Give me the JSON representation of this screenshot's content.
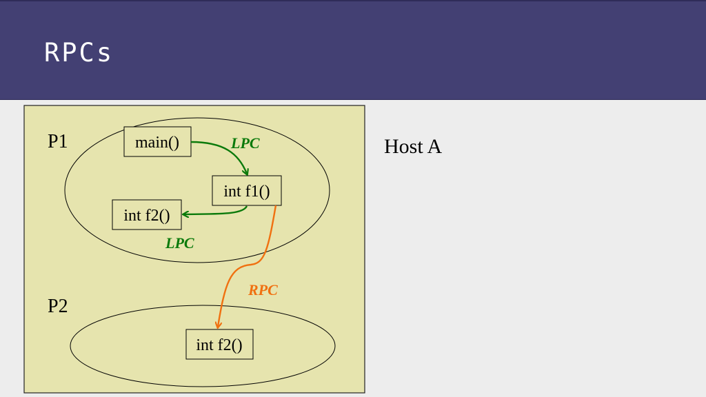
{
  "slide": {
    "title": "RPCs",
    "host_label": "Host A"
  },
  "diagram": {
    "process_labels": {
      "p1": "P1",
      "p2": "P2"
    },
    "boxes": {
      "main": "main()",
      "f1": "int f1()",
      "f2_local": "int f2()",
      "f2_remote": "int f2()"
    },
    "edges": {
      "lpc_main_to_f1": "LPC",
      "lpc_f1_to_f2": "LPC",
      "rpc_f1_to_remote_f2": "RPC"
    },
    "colors": {
      "title_bar": "#434073",
      "host_fill": "#e6e4ae",
      "lpc": "#0b7a0b",
      "rpc": "#f07010"
    }
  }
}
